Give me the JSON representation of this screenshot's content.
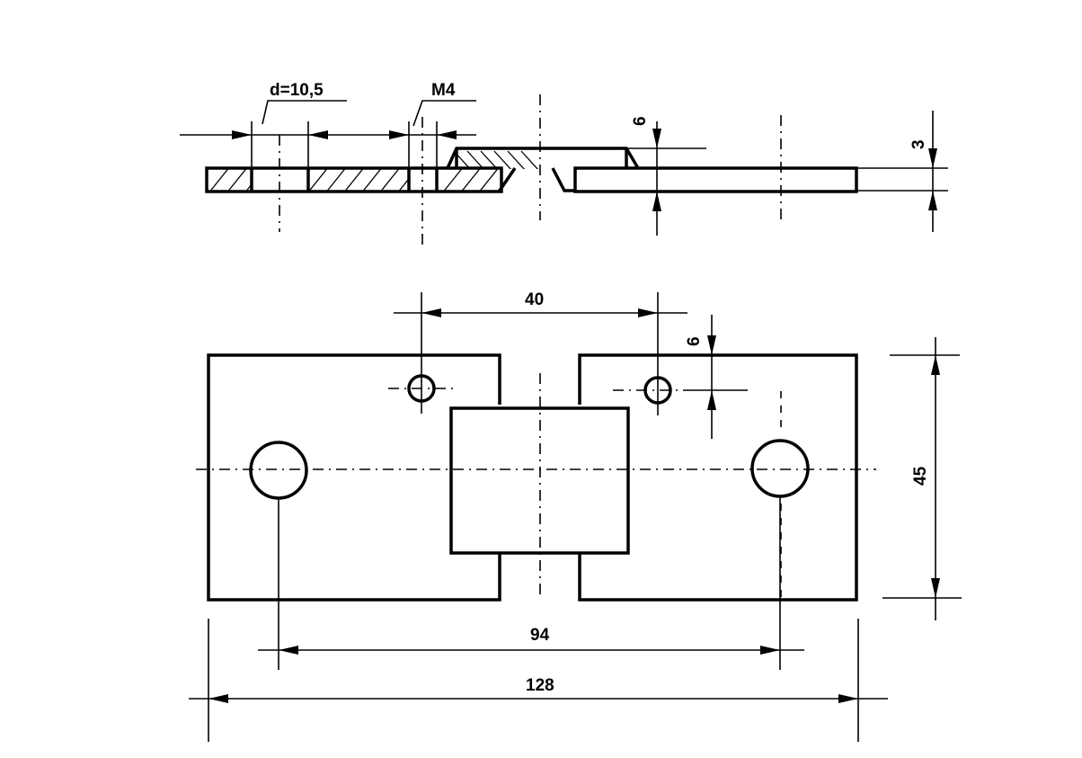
{
  "labels": {
    "d_label": "d=10,5",
    "m4_label": "M4",
    "dim_6_top": "6",
    "dim_3": "3",
    "dim_40": "40",
    "dim_6_plan": "6",
    "dim_45": "45",
    "dim_94": "94",
    "dim_128": "128"
  }
}
